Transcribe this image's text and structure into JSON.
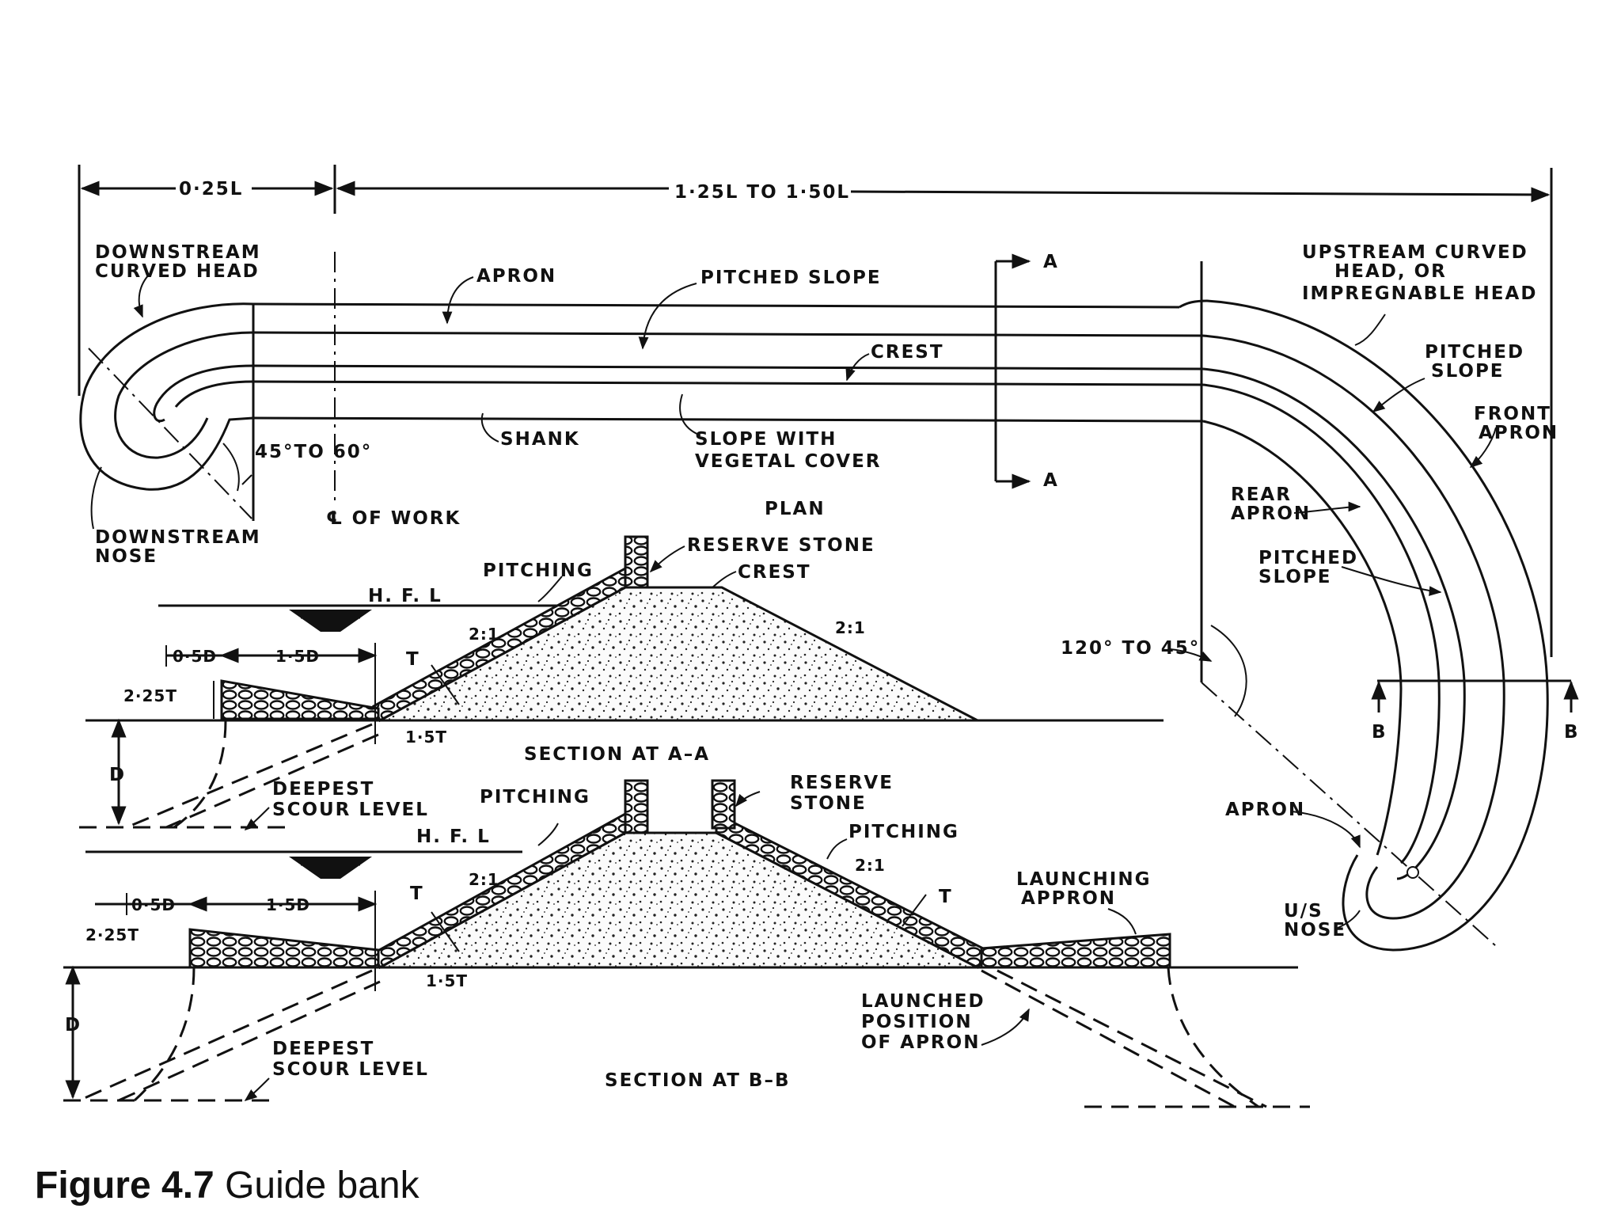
{
  "caption": {
    "number": "Figure 4.7",
    "title": "Guide bank"
  },
  "plan": {
    "dim_left": "0·25L",
    "dim_right": "1·25L  TO  1·50L",
    "downstream_head": [
      "DOWNSTREAM",
      "CURVED HEAD"
    ],
    "apron": "APRON",
    "pitched_slope": "PITCHED  SLOPE",
    "crest": "CREST",
    "shank": "SHANK",
    "slope_vegetal": [
      "SLOPE WITH",
      "VEGETAL COVER"
    ],
    "section_a_top": "A",
    "section_a_bottom": "A",
    "angle_label": "45°TO 60°",
    "centerline": "℄ OF WORK",
    "plan_label": "PLAN",
    "downstream_nose": [
      "DOWNSTREAM",
      "NOSE"
    ],
    "upstream_head": [
      "UPSTREAM  CURVED",
      "HEAD, OR",
      "IMPREGNABLE  HEAD"
    ],
    "pitched_slope_right": [
      "PITCHED",
      "SLOPE"
    ],
    "front_apron": [
      "FRONT",
      "APRON"
    ],
    "rear_apron": [
      "REAR",
      "APRON"
    ],
    "pitched_slope_right2": [
      "PITCHED",
      "SLOPE"
    ],
    "angle_120": "120° TO 45°",
    "section_b_left": "B",
    "section_b_right": "B",
    "apron_right": "APRON",
    "us_nose": [
      "U/S",
      "NOSE"
    ]
  },
  "section_aa": {
    "reserve_stone": "RESERVE  STONE",
    "crest": "CREST",
    "pitching": "PITCHING",
    "hfl": "H. F. L",
    "slope_left": "2:1",
    "slope_right": "2:1",
    "t": "T",
    "dim_05d": "0·5D",
    "dim_15d": "1·5D",
    "dim_225t": "2·25T",
    "dim_15t": "1·5T",
    "d": "D",
    "scour": [
      "DEEPEST",
      "SCOUR  LEVEL"
    ],
    "title": "SECTION  AT  A–A"
  },
  "section_bb": {
    "pitching_left": "PITCHING",
    "reserve_stone": [
      "RESERVE",
      "STONE"
    ],
    "pitching_right": "PITCHING",
    "hfl": "H. F. L",
    "slope_left": "2:1",
    "slope_right": "2:1",
    "t_left": "T",
    "t_right": "T",
    "dim_05d": "0·5D",
    "dim_15d": "1·5D",
    "dim_225t": "2·25T",
    "dim_15t": "1·5T",
    "d": "D",
    "launching_apron": [
      "LAUNCHING",
      "APPRON"
    ],
    "launched_position": [
      "LAUNCHED",
      "POSITION",
      "OF  APRON"
    ],
    "scour": [
      "DEEPEST",
      "SCOUR  LEVEL"
    ],
    "title": "SECTION  AT  B–B"
  }
}
